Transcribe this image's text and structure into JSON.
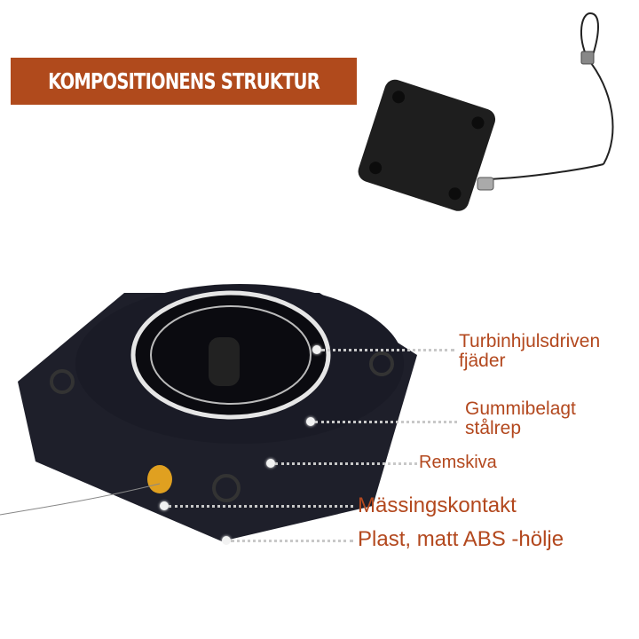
{
  "banner": {
    "title": "KOMPOSITIONENS STRUKTUR",
    "color": "#b04a1c"
  },
  "product_photo": {
    "description": "retractor-device-closed"
  },
  "diagram": {
    "description": "retractor-device-opened",
    "labels": [
      {
        "line1": "Turbinhjulsdriven",
        "line2": "fjäder"
      },
      {
        "line1": "Gummibelagt",
        "line2": "stålrep"
      },
      {
        "line1": "Remskiva"
      },
      {
        "line1": "Mässingskontakt"
      },
      {
        "line1": "Plast, matt ABS -hölje"
      }
    ],
    "label_color": "#b3481e"
  }
}
